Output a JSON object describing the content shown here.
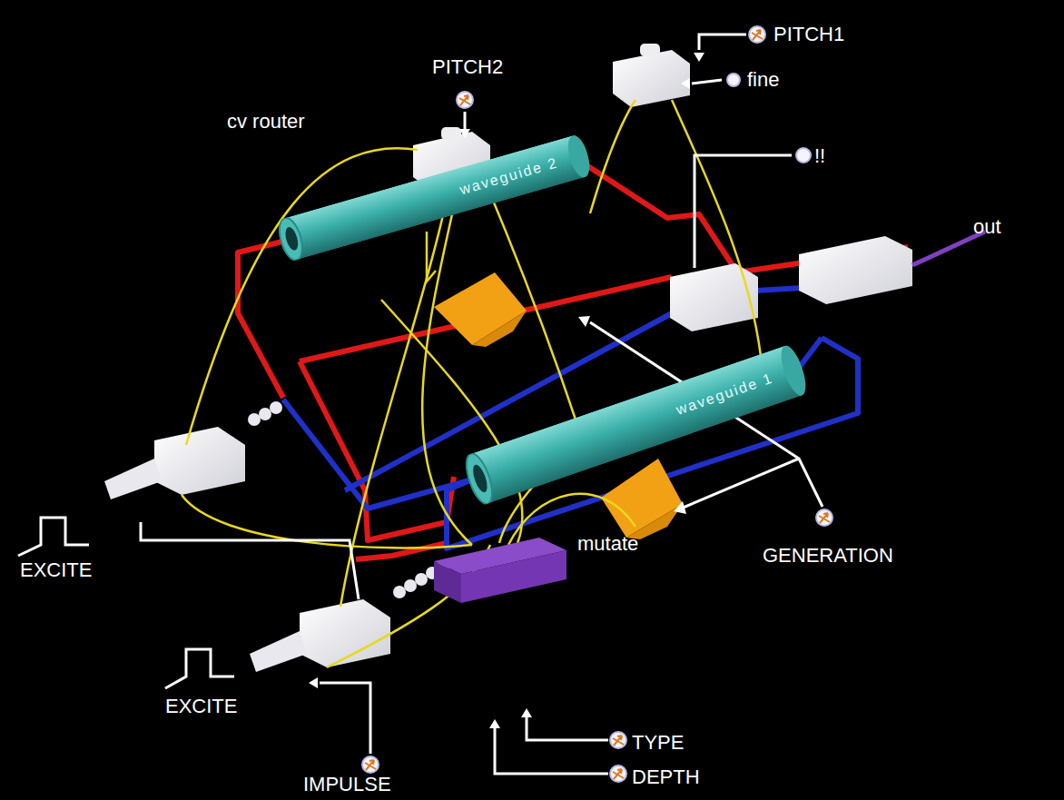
{
  "diagram": {
    "nodes": [
      {
        "text": [
          "waveguide 2"
        ]
      },
      {
        "text": [
          "waveguide 1"
        ]
      },
      {
        "text": [
          "mutate"
        ]
      }
    ],
    "labels": [
      "PITCH1",
      "PITCH2",
      "fine",
      "cv router",
      "!!",
      "out",
      "GENERATION",
      "EXCITE",
      "TYPE",
      "EXCITE",
      "DEPTH",
      "IMPULSE"
    ]
  }
}
